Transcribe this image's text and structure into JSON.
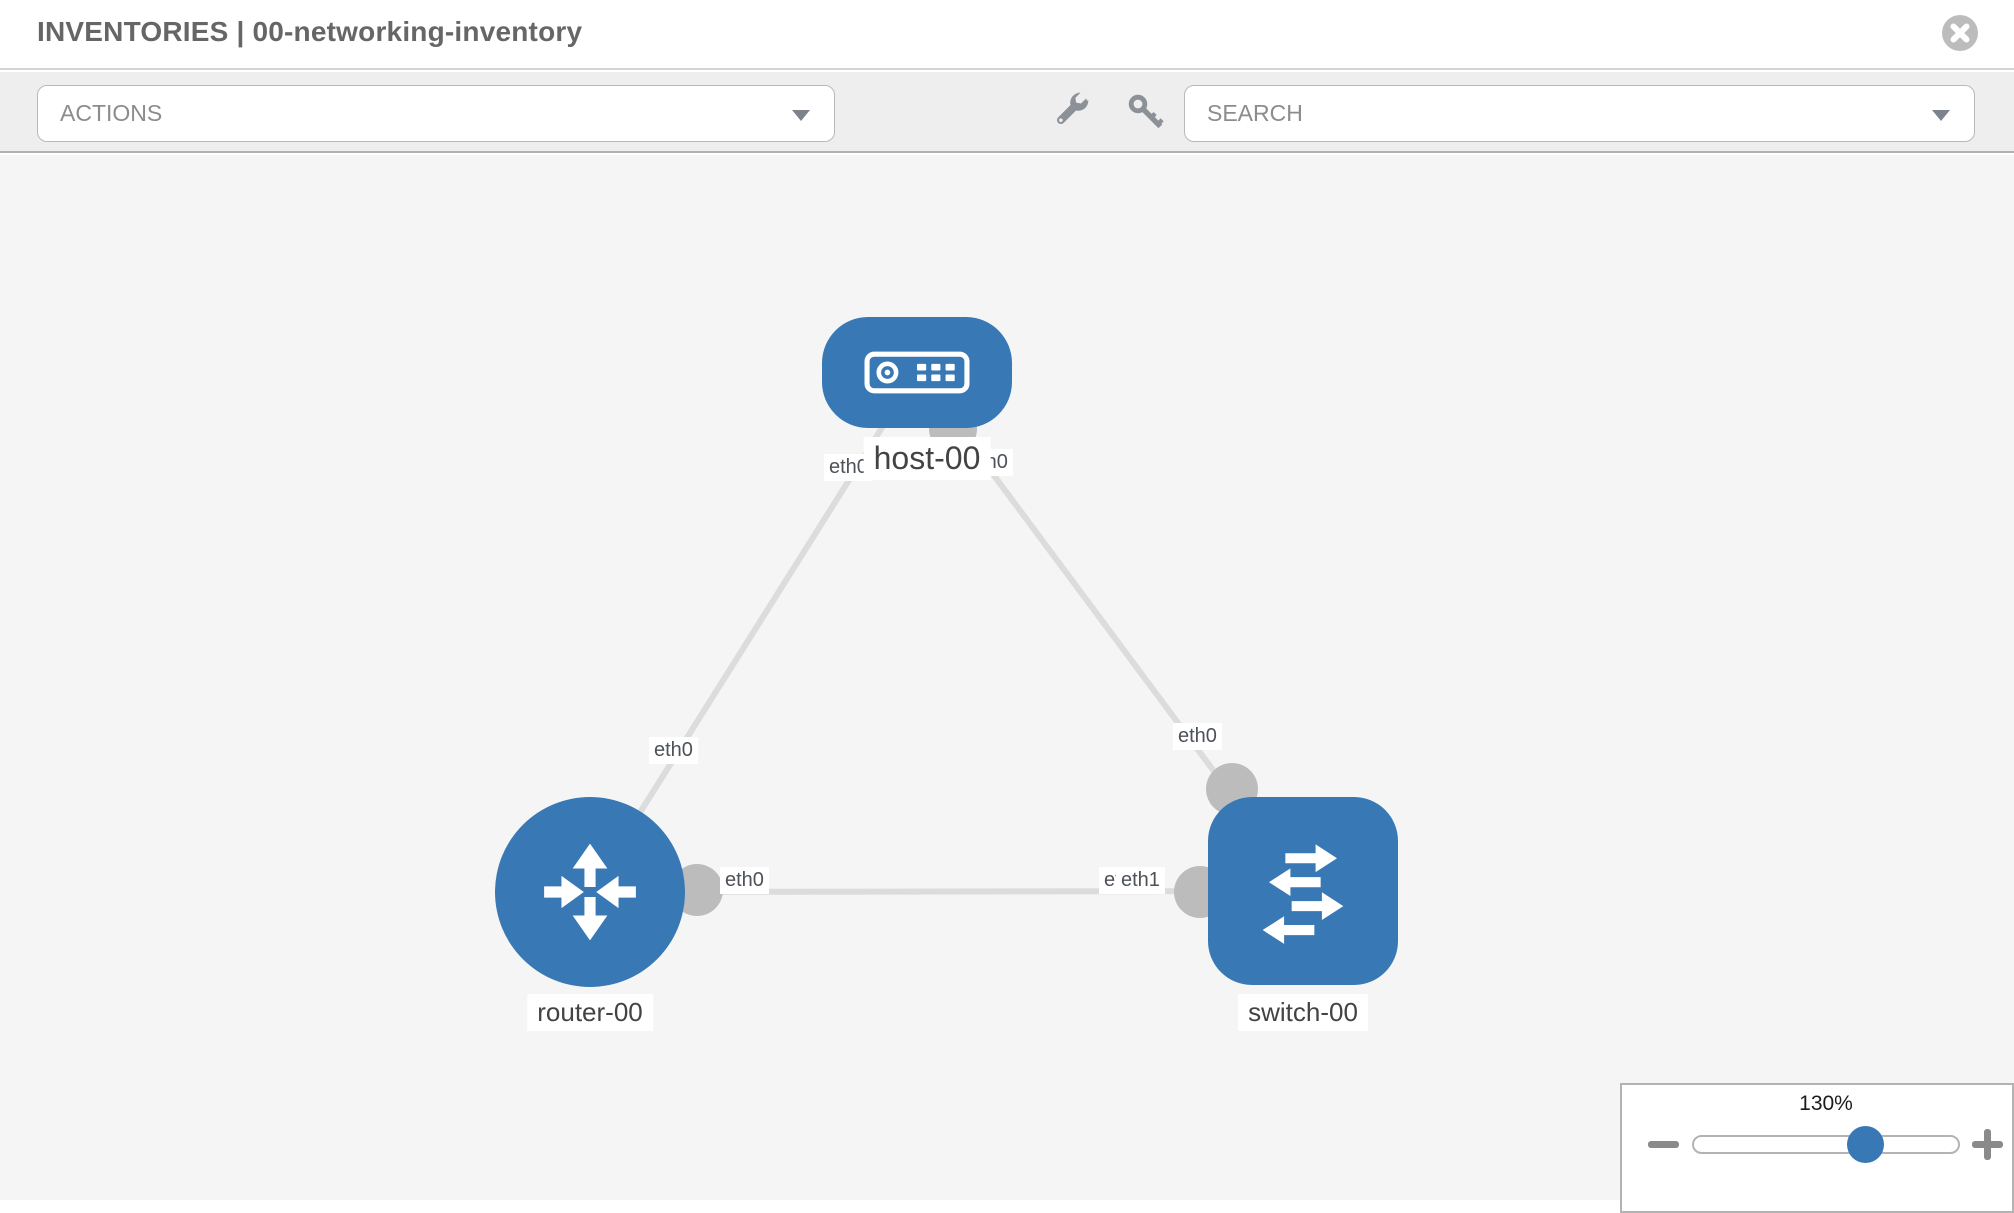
{
  "header": {
    "title": "INVENTORIES | 00-networking-inventory",
    "close_icon": "times-circle"
  },
  "toolbar": {
    "actions": {
      "label": "ACTIONS"
    },
    "search": {
      "label": "SEARCH"
    },
    "tools": [
      {
        "icon": "wrench-icon"
      },
      {
        "icon": "key-icon"
      }
    ]
  },
  "topology": {
    "nodes": [
      {
        "id": "host-00",
        "type": "host",
        "label": "host-00"
      },
      {
        "id": "router-00",
        "type": "router",
        "label": "router-00"
      },
      {
        "id": "switch-00",
        "type": "switch",
        "label": "switch-00"
      }
    ],
    "links": [
      {
        "source": "host-00",
        "target": "router-00",
        "source_interface": "eth0",
        "target_interface": "eth0"
      },
      {
        "source": "host-00",
        "target": "switch-00",
        "source_interface": "eth0",
        "target_interface": "eth0"
      },
      {
        "source": "router-00",
        "target": "switch-00",
        "source_interface": "eth0",
        "target_interface": "eth1"
      }
    ],
    "interface_chips": [
      {
        "text": "eth0",
        "link": "host-00/router-00",
        "end": "host-00"
      },
      {
        "text": "eth0",
        "link": "host-00/switch-00",
        "end": "host-00"
      },
      {
        "text": "eth0",
        "link": "host-00/router-00",
        "end": "router-00"
      },
      {
        "text": "eth0",
        "link": "host-00/switch-00",
        "end": "switch-00"
      },
      {
        "text": "eth0",
        "link": "router-00/switch-00",
        "end": "router-00"
      },
      {
        "text": "eth0",
        "link": "router-00/switch-00",
        "end": "switch-00",
        "note": "partially covered by eth1 chip"
      },
      {
        "text": "eth1",
        "link": "router-00/switch-00",
        "end": "switch-00"
      }
    ]
  },
  "zoom": {
    "value": "130%",
    "percent": 130,
    "minus_icon": "zoom-out",
    "plus_icon": "zoom-in"
  },
  "colors": {
    "node_blue": "#3879b5",
    "link_gray": "#dcdcdc",
    "connector_gray": "#bcbcbc",
    "canvas_bg": "#f5f5f5",
    "toolbar_bg": "#eeeeee",
    "title_text": "#666666"
  }
}
